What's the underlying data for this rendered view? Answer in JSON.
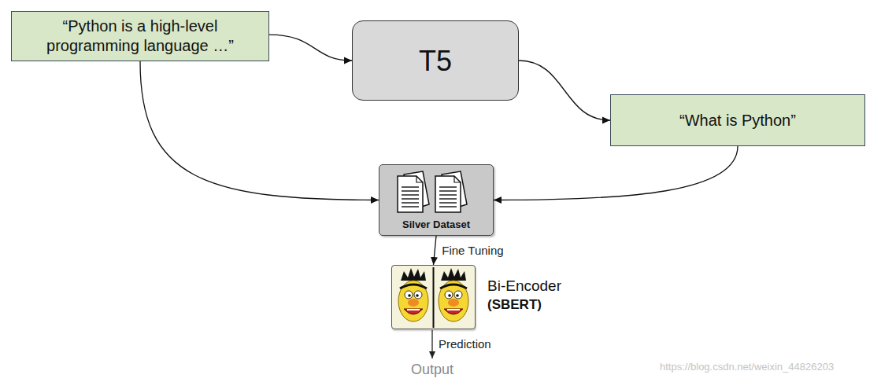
{
  "diagram": {
    "nodes": [
      {
        "text": [
          "“Python is a high-level programming language …”"
        ]
      },
      {
        "text": [
          "T5"
        ]
      },
      {
        "text": [
          "“What is Python”"
        ]
      },
      {
        "text": [
          "Silver Dataset"
        ]
      },
      {
        "text": [
          "Bi-Encoder",
          "(SBERT)"
        ]
      }
    ],
    "edges": [
      {
        "from": 0,
        "to": 1,
        "arrow": "to"
      },
      {
        "from": 1,
        "to": 2,
        "arrow": "to"
      },
      {
        "from": 0,
        "to": 3,
        "arrow": "to"
      },
      {
        "from": 2,
        "to": 3,
        "arrow": "to"
      },
      {
        "from": 3,
        "to": 4,
        "arrow": "to",
        "label": "Fine Tuning"
      }
    ],
    "labels": [
      "Prediction",
      "Output",
      "https://blog.csdn.net/weixin_44826203"
    ]
  }
}
